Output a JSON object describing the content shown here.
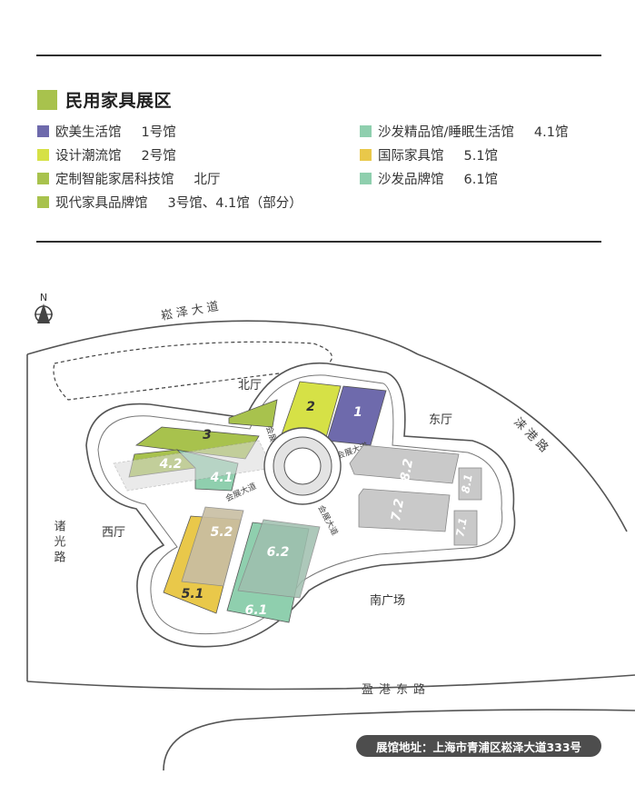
{
  "section": {
    "title": "民用家具展区",
    "color": "#a8c24d"
  },
  "legend": [
    {
      "label": "欧美生活馆",
      "hall": "1号馆",
      "color": "#6e6aac"
    },
    {
      "label": "设计潮流馆",
      "hall": "2号馆",
      "color": "#d6e146"
    },
    {
      "label": "定制智能家居科技馆",
      "hall": "北厅",
      "color": "#a8c24d"
    },
    {
      "label": "现代家具品牌馆",
      "hall": "3号馆、4.1馆（部分）",
      "color": "#a8c24d"
    },
    {
      "label": "沙发精品馆/睡眠生活馆",
      "hall": "4.1馆",
      "color": "#8fcfae"
    },
    {
      "label": "国际家具馆",
      "hall": "5.1馆",
      "color": "#e9c84a"
    },
    {
      "label": "沙发品牌馆",
      "hall": "6.1馆",
      "color": "#8fcfae"
    }
  ],
  "map": {
    "compass": "N",
    "icons": [
      "compass-rose-icon"
    ],
    "roads": {
      "north": "崧泽大道",
      "east": "涞港路",
      "west": "诸光路",
      "south": "盈港东路"
    },
    "lobbies": {
      "north": "北厅",
      "east": "东厅",
      "west": "西厅",
      "south": "南广场"
    },
    "halls": {
      "h1": "1",
      "h2": "2",
      "h3": "3",
      "h41": "4.1",
      "h42": "4.2",
      "h51": "5.1",
      "h52": "5.2",
      "h61": "6.1",
      "h62": "6.2",
      "h71": "7.1",
      "h72": "7.2",
      "h81": "8.1",
      "h82": "8.2"
    },
    "avenues": {
      "a1": "会展大道",
      "a2": "会展大道",
      "a3": "会展大道",
      "a4": "会展大道"
    }
  },
  "address": "展馆地址：上海市青浦区崧泽大道333号"
}
